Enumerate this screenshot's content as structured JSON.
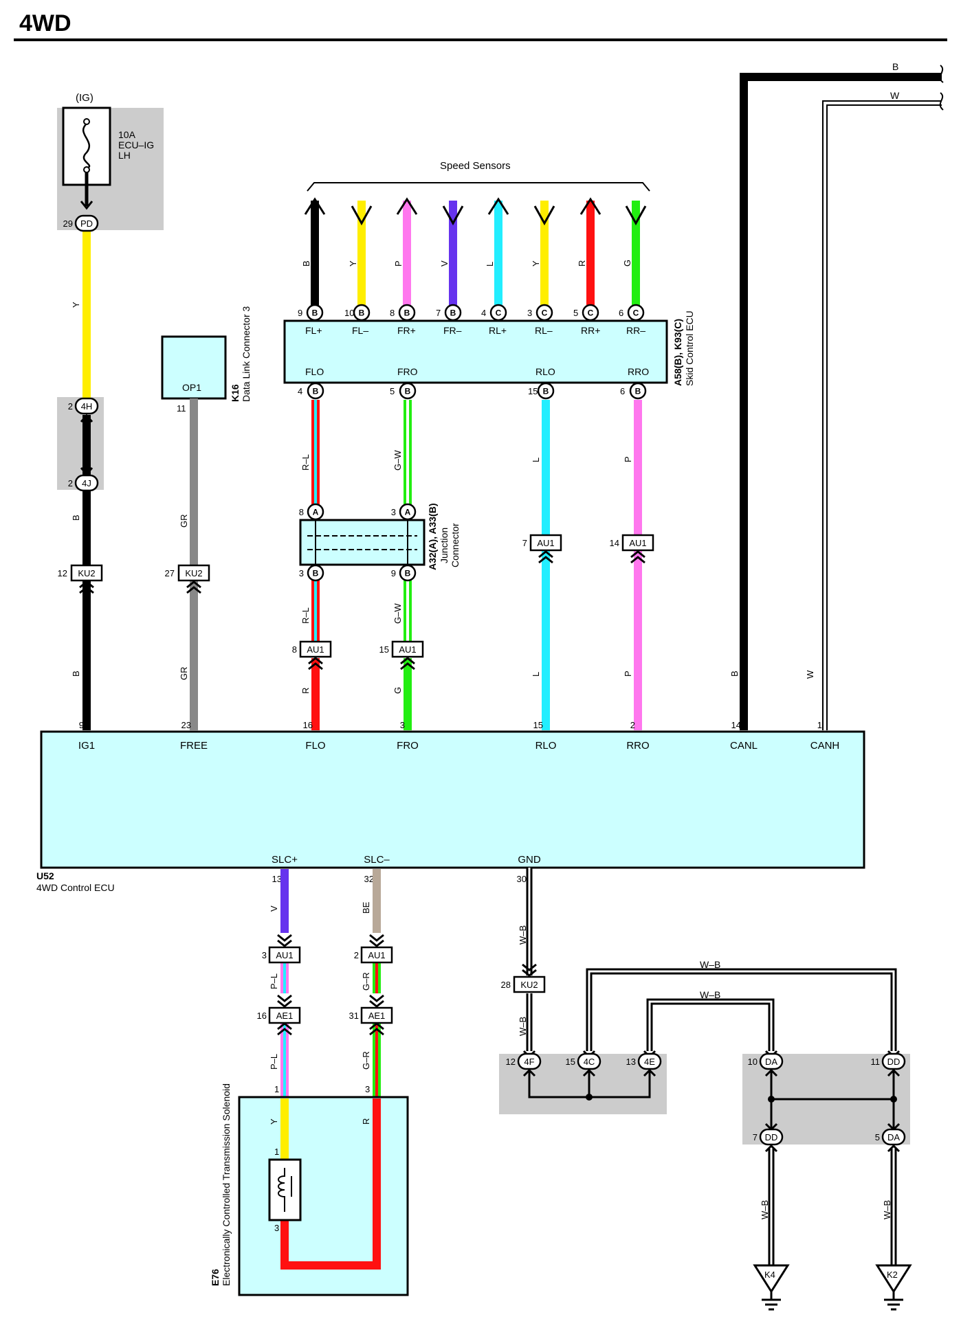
{
  "title": "4WD",
  "ecu": {
    "ref": "U52",
    "name": "4WD Control ECU",
    "top_pins": [
      {
        "num": "9",
        "label": "IG1"
      },
      {
        "num": "23",
        "label": "FREE"
      },
      {
        "num": "16",
        "label": "FLO"
      },
      {
        "num": "3",
        "label": "FRO"
      },
      {
        "num": "15",
        "label": "RLO"
      },
      {
        "num": "2",
        "label": "RRO"
      },
      {
        "num": "14",
        "label": "CANL"
      },
      {
        "num": "1",
        "label": "CANH"
      }
    ],
    "bottom_pins": [
      {
        "num": "13",
        "label": "SLC+"
      },
      {
        "num": "32",
        "label": "SLC–"
      },
      {
        "num": "30",
        "label": "GND"
      }
    ]
  },
  "fuse": {
    "source": "(IG)",
    "rating": "10A",
    "name1": "ECU–IG",
    "name2": "LH",
    "pin": "29",
    "conn": "PD"
  },
  "ig_path": {
    "wire1": "Y",
    "j1": {
      "pin": "2",
      "conn": "4H"
    },
    "j2": {
      "pin": "2",
      "conn": "4J"
    },
    "wire2": "B",
    "ku2": {
      "pin": "12",
      "conn": "KU2"
    },
    "wire3": "B"
  },
  "dlc": {
    "ref": "K16",
    "name": "Data Link Connector 3",
    "terminal": "OP1",
    "pin": "11",
    "wire1": "GR",
    "ku2": {
      "pin": "27",
      "conn": "KU2"
    },
    "wire2": "GR"
  },
  "speed": {
    "label": "Speed Sensors",
    "wires": [
      {
        "color": "B",
        "pin": "9",
        "conn": "B",
        "label": "FL+"
      },
      {
        "color": "Y",
        "pin": "10",
        "conn": "B",
        "label": "FL–"
      },
      {
        "color": "P",
        "pin": "8",
        "conn": "B",
        "label": "FR+"
      },
      {
        "color": "V",
        "pin": "7",
        "conn": "B",
        "label": "FR–"
      },
      {
        "color": "L",
        "pin": "4",
        "conn": "C",
        "label": "RL+"
      },
      {
        "color": "Y",
        "pin": "3",
        "conn": "C",
        "label": "RL–"
      },
      {
        "color": "R",
        "pin": "5",
        "conn": "C",
        "label": "RR+"
      },
      {
        "color": "G",
        "pin": "6",
        "conn": "C",
        "label": "RR–"
      }
    ]
  },
  "skid": {
    "ref": "A58(B), K93(C)",
    "name": "Skid Control ECU",
    "outputs": [
      {
        "label": "FLO",
        "pin": "4",
        "conn": "B"
      },
      {
        "label": "FRO",
        "pin": "5",
        "conn": "B"
      },
      {
        "label": "RLO",
        "pin": "15",
        "conn": "B"
      },
      {
        "label": "RRO",
        "pin": "6",
        "conn": "B"
      }
    ]
  },
  "junction": {
    "ref": "A32(A), A33(B)",
    "name1": "Junction",
    "name2": "Connector",
    "flo_top": {
      "pin": "8",
      "conn": "A"
    },
    "fro_top": {
      "pin": "3",
      "conn": "A"
    },
    "flo_bot": {
      "pin": "3",
      "conn": "B"
    },
    "fro_bot": {
      "pin": "9",
      "conn": "B"
    }
  },
  "flo_wires": {
    "w1": "R–L",
    "w2": "R–L",
    "w3": "R",
    "au1": {
      "pin": "8",
      "conn": "AU1"
    }
  },
  "fro_wires": {
    "w1": "G–W",
    "w2": "G–W",
    "w3": "G",
    "au1": {
      "pin": "15",
      "conn": "AU1"
    }
  },
  "rlo_wires": {
    "w1": "L",
    "w2": "L",
    "au1": {
      "pin": "7",
      "conn": "AU1"
    }
  },
  "rro_wires": {
    "w1": "P",
    "w2": "P",
    "au1": {
      "pin": "14",
      "conn": "AU1"
    }
  },
  "can": {
    "canl_wire": "B",
    "canh_wire": "W",
    "canl_top": "B",
    "canh_top": "W"
  },
  "solenoid": {
    "ref": "E76",
    "name": "Electronically Controlled Transmission Solenoid",
    "slcp": {
      "wire1": "V",
      "au1": {
        "pin": "3",
        "conn": "AU1"
      },
      "wire2": "P–L",
      "ae1": {
        "pin": "16",
        "conn": "AE1"
      },
      "wire3": "P–L",
      "pin": "1",
      "wire4": "Y",
      "coil_pin_top": "1",
      "coil_pin_bot": "3"
    },
    "slcm": {
      "wire1": "BE",
      "au1": {
        "pin": "2",
        "conn": "AU1"
      },
      "wire2": "G–R",
      "ae1": {
        "pin": "31",
        "conn": "AE1"
      },
      "wire3": "G–R",
      "pin": "3",
      "wire4": "R"
    }
  },
  "ground": {
    "wire1": "W–B",
    "ku2": {
      "pin": "28",
      "conn": "KU2"
    },
    "wire2": "W–B",
    "top_wire1": "W–B",
    "top_wire2": "W–B",
    "j_left": [
      {
        "pin": "12",
        "conn": "4F"
      },
      {
        "pin": "15",
        "conn": "4C"
      },
      {
        "pin": "13",
        "conn": "4E"
      }
    ],
    "j_right_top": [
      {
        "pin": "10",
        "conn": "DA"
      },
      {
        "pin": "11",
        "conn": "DD"
      }
    ],
    "j_right_bot": [
      {
        "pin": "7",
        "conn": "DD"
      },
      {
        "pin": "5",
        "conn": "DA"
      }
    ],
    "gnd_wires": [
      "W–B",
      "W–B"
    ],
    "grounds": [
      "K4",
      "K2"
    ]
  },
  "colors": {
    "ecu_fill": "#ccffff",
    "gray_box": "#cccccc",
    "B": "#000000",
    "Y": "#ffee00",
    "P": "#ff77ee",
    "V": "#6633ee",
    "L": "#22eeff",
    "R": "#ff1111",
    "G": "#22ee11",
    "GR": "#888888",
    "BE": "#b8a898",
    "W": "#ffffff"
  }
}
